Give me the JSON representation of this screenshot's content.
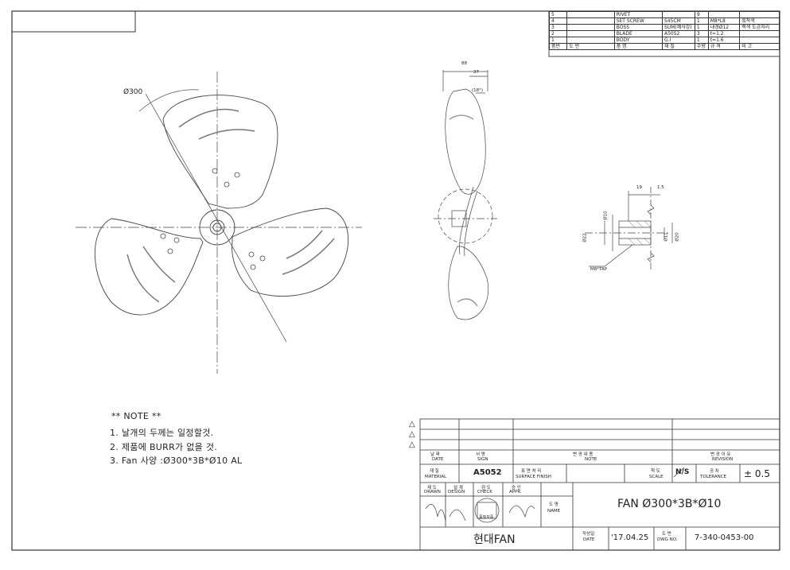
{
  "bom": {
    "rows": [
      {
        "no": "5",
        "name": "RIVET",
        "material": "",
        "qty": "9",
        "spec": "",
        "remark": ""
      },
      {
        "no": "4",
        "name": "SET SCREW",
        "material": "S45CM",
        "qty": "1",
        "spec": "M8*L8",
        "remark": "흑착색"
      },
      {
        "no": "3",
        "name": "BOSS",
        "material": "SUM(쾌삭강)",
        "qty": "1",
        "spec": "내경Ø12",
        "remark": "백색 도금처리"
      },
      {
        "no": "2",
        "name": "BLADE",
        "material": "A5052",
        "qty": "3",
        "spec": "t=1.2",
        "remark": ""
      },
      {
        "no": "1",
        "name": "BODY",
        "material": "G.I",
        "qty": "1",
        "spec": "t=1.6",
        "remark": ""
      }
    ],
    "header": [
      "품번",
      "도  번",
      "품  명",
      "재  질",
      "수량",
      "규  격",
      "비  고"
    ]
  },
  "front_view": {
    "diameter_label": "Ø300"
  },
  "side_view": {
    "dim_overall": "88",
    "dim_inner": "37",
    "dim_angle": "(18°)"
  },
  "boss_detail": {
    "dim_length": "19",
    "dim_gap": "1.5",
    "dim_bore": "Ø10",
    "dim_outer": "Ø22",
    "dim_inner1": "Ø20",
    "dim_inner2": "Ø11",
    "tap_label": "M8*TAP"
  },
  "notes": {
    "title": "** NOTE **",
    "items": [
      "1. 날개의 두께는 일정할것.",
      "2. 제품에 BURR가 없을 것.",
      "3. Fan 사양 :Ø300*3B*Ø10 AL"
    ]
  },
  "revision_marks": [
    "△",
    "△",
    "△"
  ],
  "title_block": {
    "date_label": "날  짜",
    "date_label_en": "DATE",
    "sign_label": "서  명",
    "sign_label_en": "SIGN",
    "note_label": "변 경 내 용",
    "note_label_en": "NOTE",
    "revision_label": "변 경 이 유",
    "revision_label_en": "REVISION",
    "material_label": "재  질",
    "material_label_en": "MATERIAL",
    "material_value": "A5052",
    "surface_label": "표 면 처 리",
    "surface_label_en": "SURFACE FINISH",
    "scale_label": "척  도",
    "scale_label_en": "SCALE",
    "scale_value": "N/S",
    "tolerance_label": "공  차",
    "tolerance_label_en": "TOLERANCE",
    "tolerance_value": "± 0.5",
    "drawn_label": "제 도",
    "drawn_label_en": "DRAWN",
    "design_label": "설 계",
    "design_label_en": "DESIGN",
    "check_label": "검 도",
    "check_label_en": "CHECK",
    "appr_label": "승 인",
    "appr_label_en": "APPR.",
    "name_label": "도 명",
    "name_label_en": "NAME",
    "name_value": "FAN Ø300*3B*Ø10",
    "company": "현대FAN",
    "made_label": "작성일",
    "made_label_en": "DATE",
    "made_value": "'17.04.25",
    "dwg_label": "도 번",
    "dwg_label_en": "DWG NO.",
    "dwg_value": "7-340-0453-00",
    "stamp_text": "품질보증"
  }
}
